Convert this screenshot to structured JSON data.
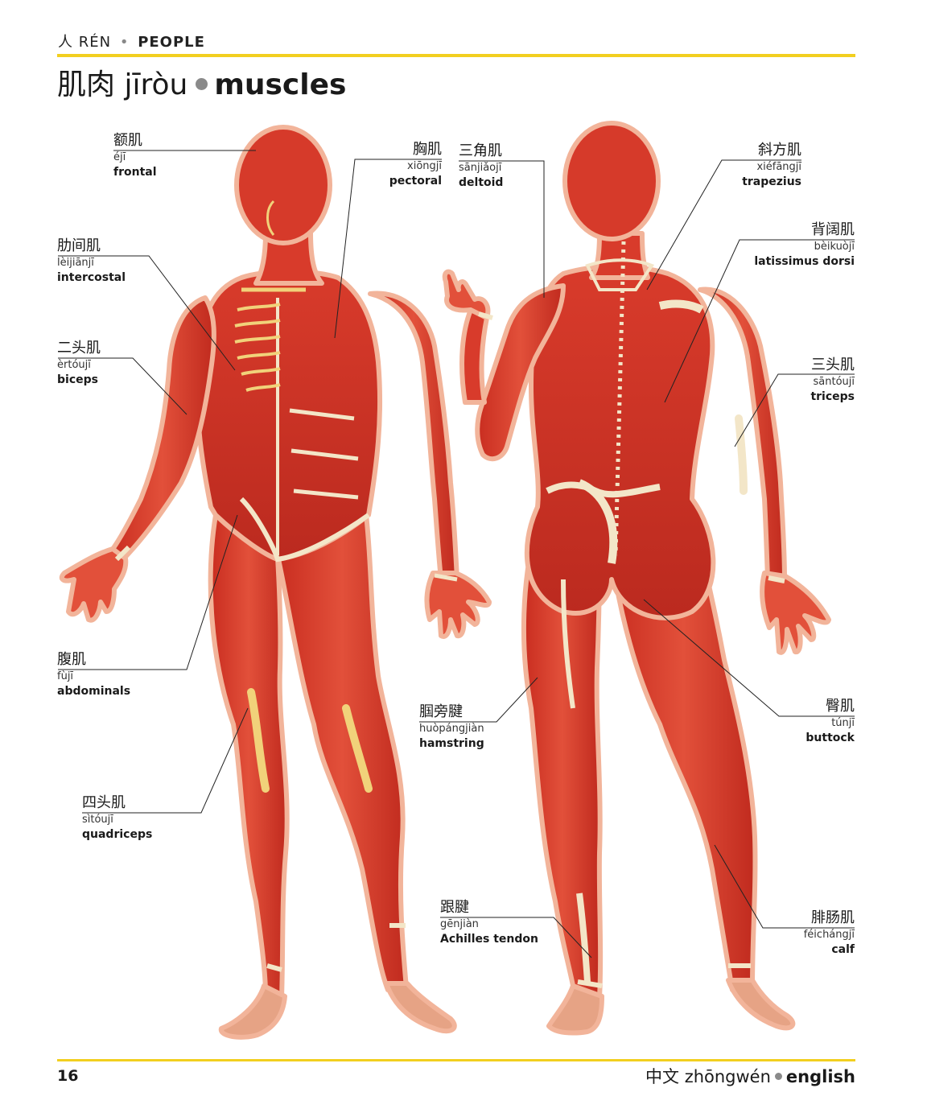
{
  "header": {
    "section_icon_char": "人",
    "section_pinyin": "RÉN",
    "section_english": "PEOPLE",
    "title_zh": "肌肉",
    "title_pinyin": "jīròu",
    "title_en": "muscles",
    "rule_color": "#f2cf1f"
  },
  "labels": {
    "frontal": {
      "zh": "额肌",
      "py": "éjī",
      "en": "frontal"
    },
    "intercostal": {
      "zh": "肋间肌",
      "py": "lèijiānjī",
      "en": "intercostal"
    },
    "biceps": {
      "zh": "二头肌",
      "py": "èrtóujī",
      "en": "biceps"
    },
    "abdominals": {
      "zh": "腹肌",
      "py": "fùjī",
      "en": "abdominals"
    },
    "quadriceps": {
      "zh": "四头肌",
      "py": "sìtóujī",
      "en": "quadriceps"
    },
    "pectoral": {
      "zh": "胸肌",
      "py": "xiōngjī",
      "en": "pectoral"
    },
    "deltoid": {
      "zh": "三角肌",
      "py": "sānjiǎojī",
      "en": "deltoid"
    },
    "trapezius": {
      "zh": "斜方肌",
      "py": "xiéfāngjī",
      "en": "trapezius"
    },
    "latissimus": {
      "zh": "背阔肌",
      "py": "bèikuòjī",
      "en": "latissimus dorsi"
    },
    "triceps": {
      "zh": "三头肌",
      "py": "sāntóujī",
      "en": "triceps"
    },
    "hamstring": {
      "zh": "腘旁腱",
      "py": "huòpángjiàn",
      "en": "hamstring"
    },
    "buttock": {
      "zh": "臀肌",
      "py": "túnjī",
      "en": "buttock"
    },
    "achilles": {
      "zh": "跟腱",
      "py": "gēnjiàn",
      "en": "Achilles tendon"
    },
    "calf": {
      "zh": "腓肠肌",
      "py": "féichángjī",
      "en": "calf"
    }
  },
  "footer": {
    "page_number": "16",
    "lang_zh": "中文",
    "lang_pinyin": "zhōngwén",
    "lang_en": "english"
  },
  "colors": {
    "muscle": "#d93a2b",
    "muscle_dark": "#b8261c",
    "tendon": "#f3e6c8",
    "bone": "#f1d27a",
    "skin_outline": "#f2b49a"
  }
}
